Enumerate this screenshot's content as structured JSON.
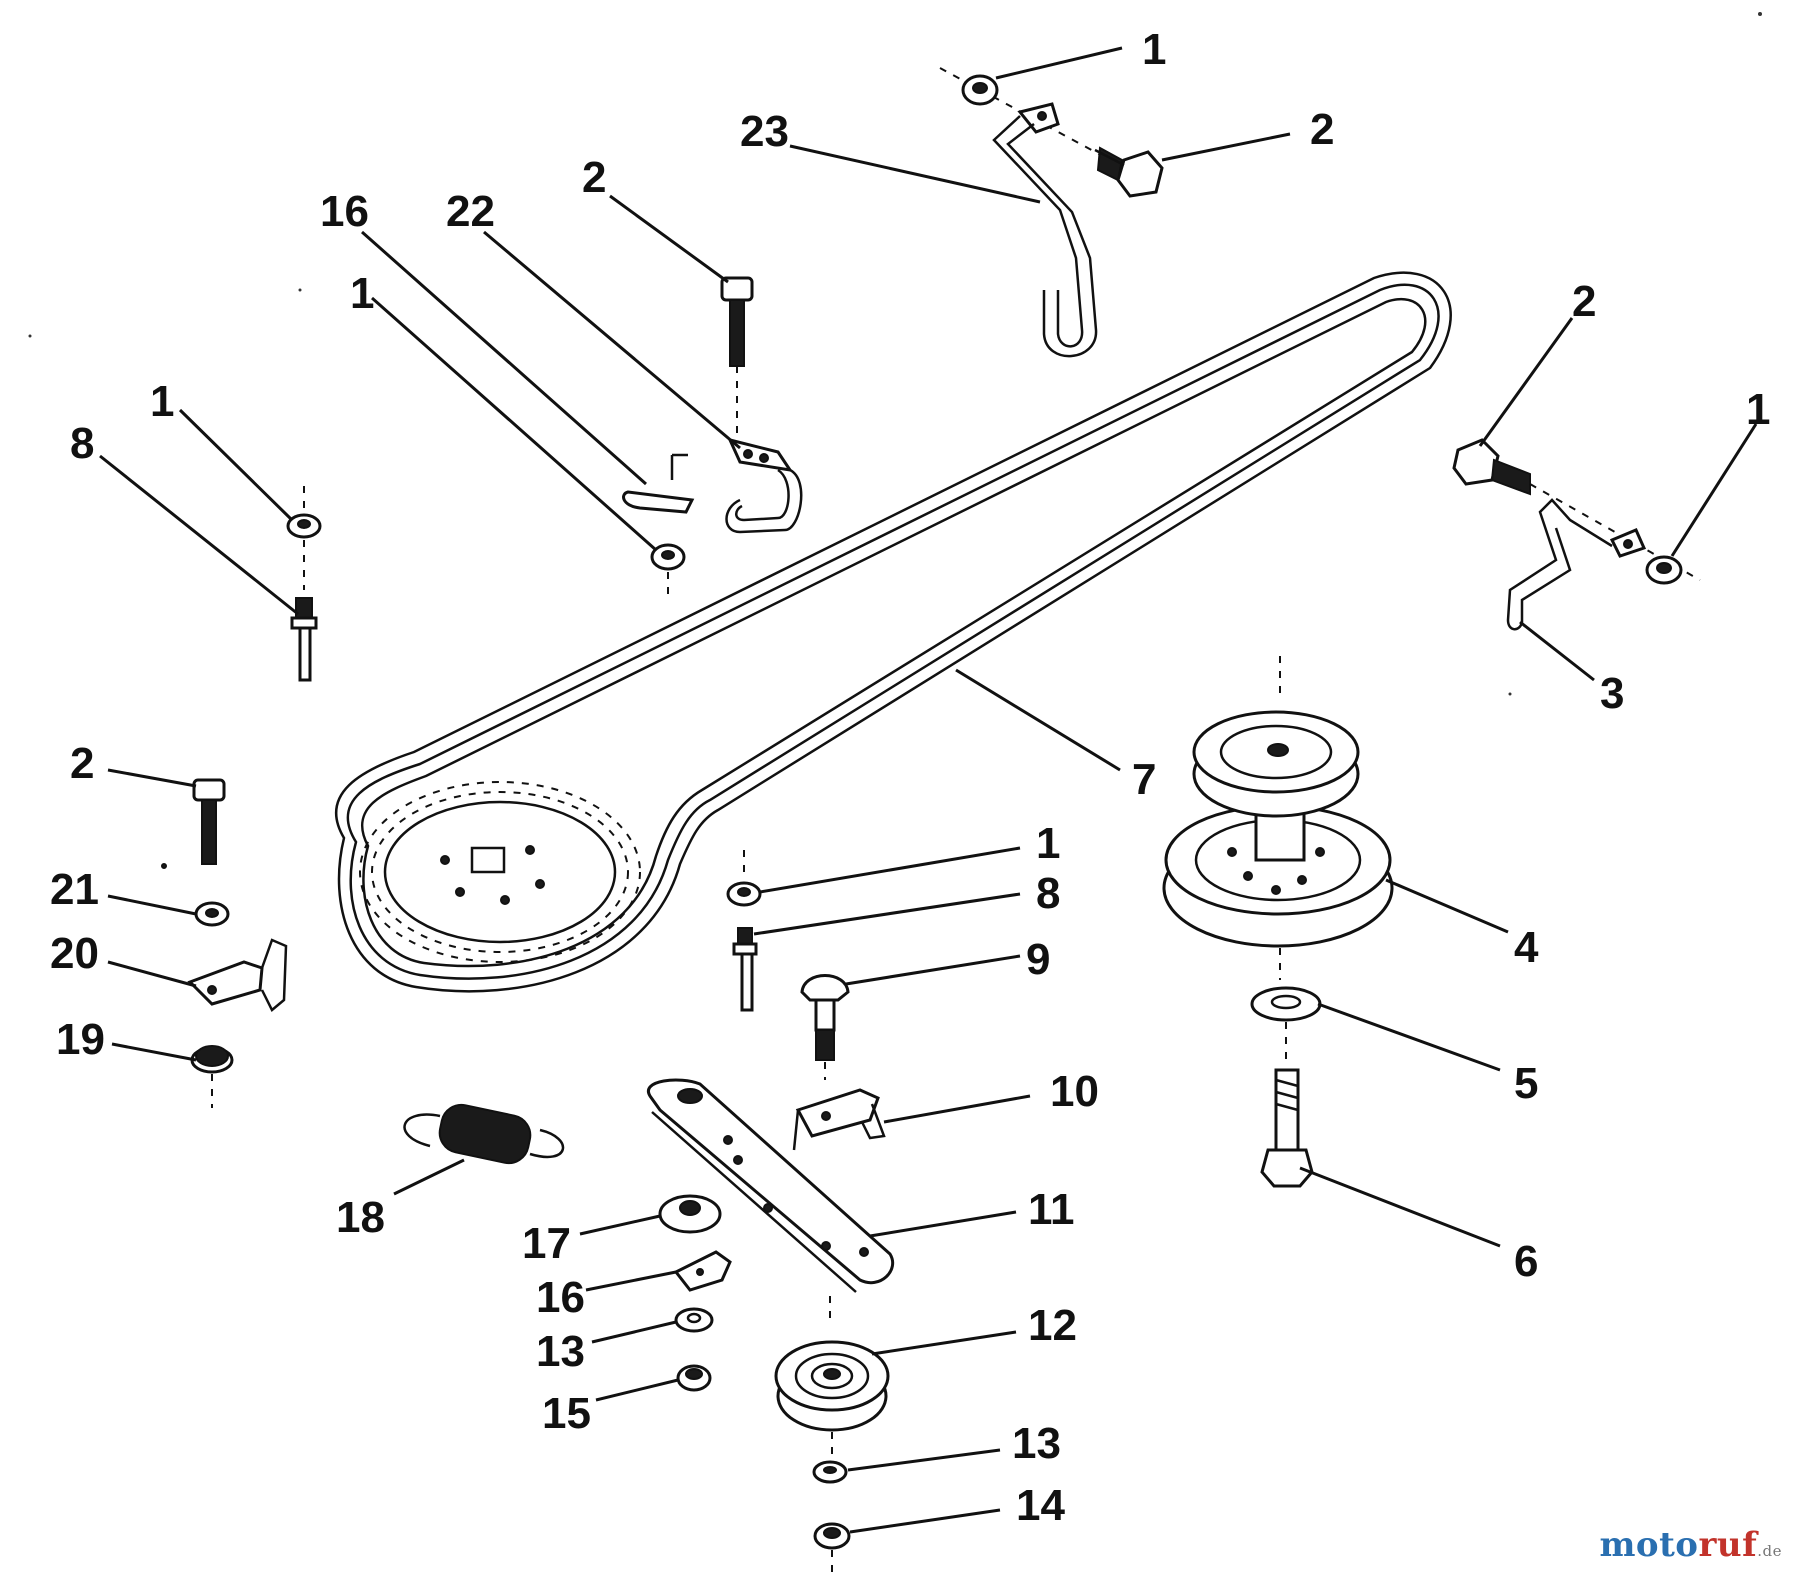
{
  "callouts": [
    {
      "id": "c01",
      "label": "1"
    },
    {
      "id": "c02",
      "label": "2"
    },
    {
      "id": "c03",
      "label": "23"
    },
    {
      "id": "c04",
      "label": "2"
    },
    {
      "id": "c05",
      "label": "16"
    },
    {
      "id": "c06",
      "label": "22"
    },
    {
      "id": "c07",
      "label": "1"
    },
    {
      "id": "c08",
      "label": "1"
    },
    {
      "id": "c09",
      "label": "8"
    },
    {
      "id": "c10",
      "label": "2"
    },
    {
      "id": "c11",
      "label": "2"
    },
    {
      "id": "c12",
      "label": "1"
    },
    {
      "id": "c13",
      "label": "3"
    },
    {
      "id": "c14",
      "label": "7"
    },
    {
      "id": "c15",
      "label": "4"
    },
    {
      "id": "c16",
      "label": "5"
    },
    {
      "id": "c17",
      "label": "6"
    },
    {
      "id": "c18",
      "label": "2"
    },
    {
      "id": "c19",
      "label": "21"
    },
    {
      "id": "c20",
      "label": "20"
    },
    {
      "id": "c21",
      "label": "19"
    },
    {
      "id": "c22",
      "label": "1"
    },
    {
      "id": "c23",
      "label": "8"
    },
    {
      "id": "c24",
      "label": "9"
    },
    {
      "id": "c25",
      "label": "10"
    },
    {
      "id": "c26",
      "label": "11"
    },
    {
      "id": "c27",
      "label": "18"
    },
    {
      "id": "c28",
      "label": "17"
    },
    {
      "id": "c29",
      "label": "16"
    },
    {
      "id": "c30",
      "label": "13"
    },
    {
      "id": "c31",
      "label": "15"
    },
    {
      "id": "c32",
      "label": "12"
    },
    {
      "id": "c33",
      "label": "13"
    },
    {
      "id": "c34",
      "label": "14"
    }
  ],
  "watermark": {
    "part1": "moto",
    "part2": "ruf",
    "tld": ".de"
  }
}
